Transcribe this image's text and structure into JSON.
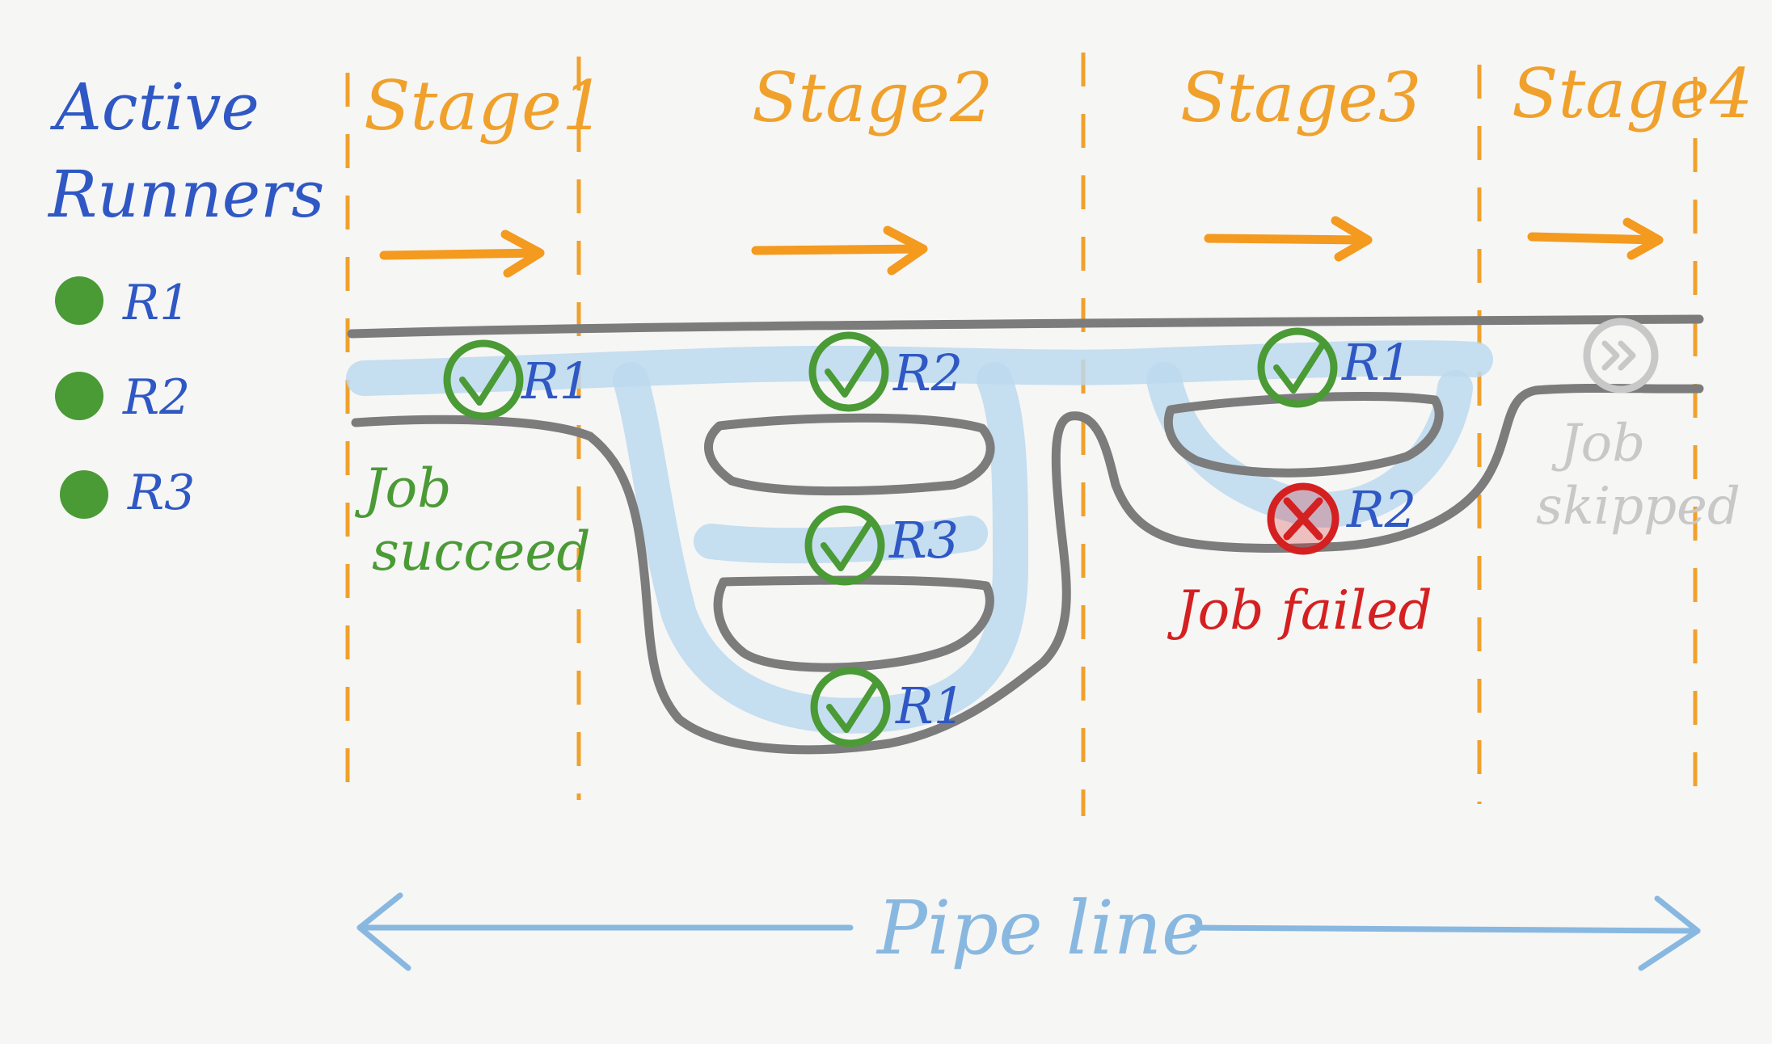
{
  "legend": {
    "title_line1": "Active",
    "title_line2": "Runners",
    "runners": [
      {
        "label": "R1",
        "color": "#4a9a35"
      },
      {
        "label": "R2",
        "color": "#4a9a35"
      },
      {
        "label": "R3",
        "color": "#4a9a35"
      }
    ]
  },
  "stages": [
    "Stage1",
    "Stage2",
    "Stage3",
    "Stage4"
  ],
  "jobs": [
    {
      "runner": "R1",
      "status": "success",
      "icon": "check-circle-icon"
    },
    {
      "runner": "R2",
      "status": "success",
      "icon": "check-circle-icon"
    },
    {
      "runner": "R3",
      "status": "success",
      "icon": "check-circle-icon"
    },
    {
      "runner": "R1",
      "status": "success",
      "icon": "check-circle-icon"
    },
    {
      "runner": "R1",
      "status": "success",
      "icon": "check-circle-icon"
    },
    {
      "runner": "R2",
      "status": "failed",
      "icon": "x-circle-icon"
    },
    {
      "runner": "",
      "status": "skipped",
      "icon": "skip-circle-icon"
    }
  ],
  "annotations": {
    "success_line1": "Job",
    "success_line2": "succeed",
    "failed": "Job failed",
    "skipped_line1": "Job",
    "skipped_line2": "skipped"
  },
  "pipeline_label": "Pipe line",
  "colors": {
    "stage": "#f0a12c",
    "runner_text": "#2f58c4",
    "success": "#4a9a35",
    "failed": "#d42020",
    "skipped": "#c8c8c8",
    "track": "#7c7c7c",
    "flow": "#bcd9ee",
    "pipeline": "#88b8e0"
  }
}
